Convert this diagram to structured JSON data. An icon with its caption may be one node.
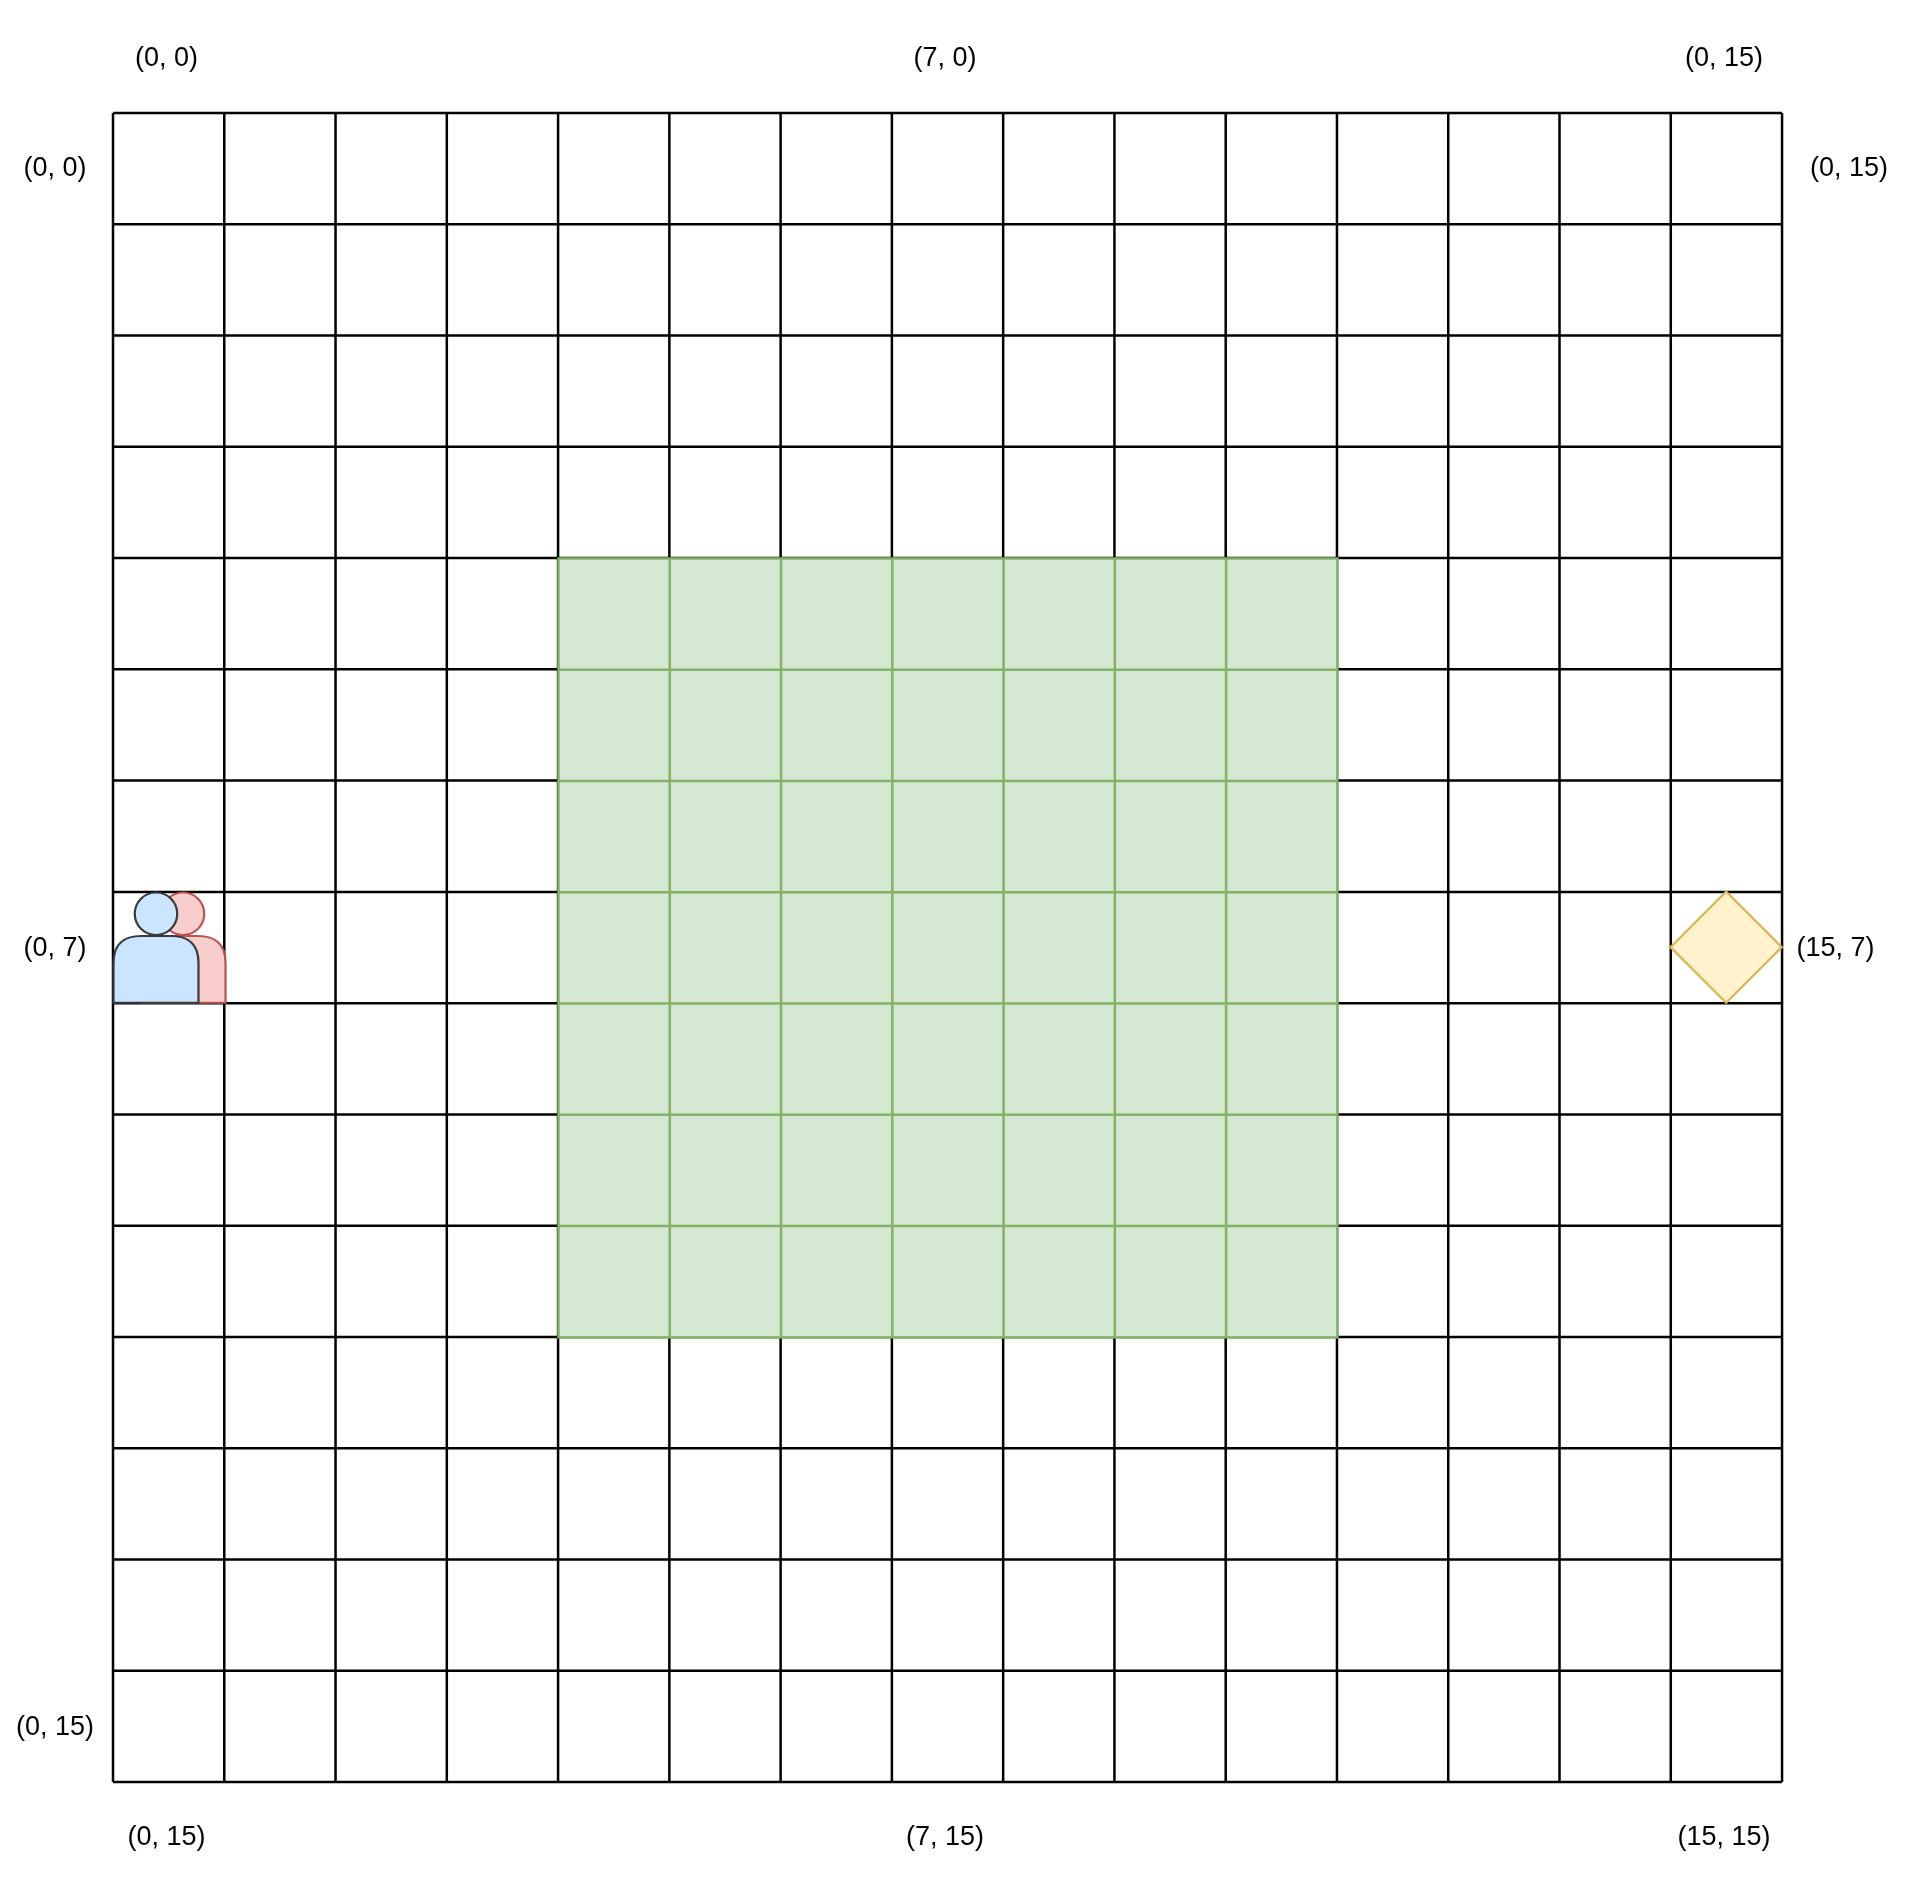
{
  "diagram": {
    "nodes": [
      {
        "text": [],
        "shape": "box"
      },
      {
        "text": [],
        "shape": "person"
      },
      {
        "text": [],
        "shape": "person"
      },
      {
        "text": [],
        "shape": "diamond"
      }
    ],
    "labels": [
      "(0, 0)",
      "(7, 0)",
      "(0, 15)",
      "(0, 0)",
      "(0, 15)",
      "(0, 7)",
      "(15, 7)",
      "(0, 15)",
      "(0, 15)",
      "(7, 15)",
      "(15, 15)"
    ]
  }
}
